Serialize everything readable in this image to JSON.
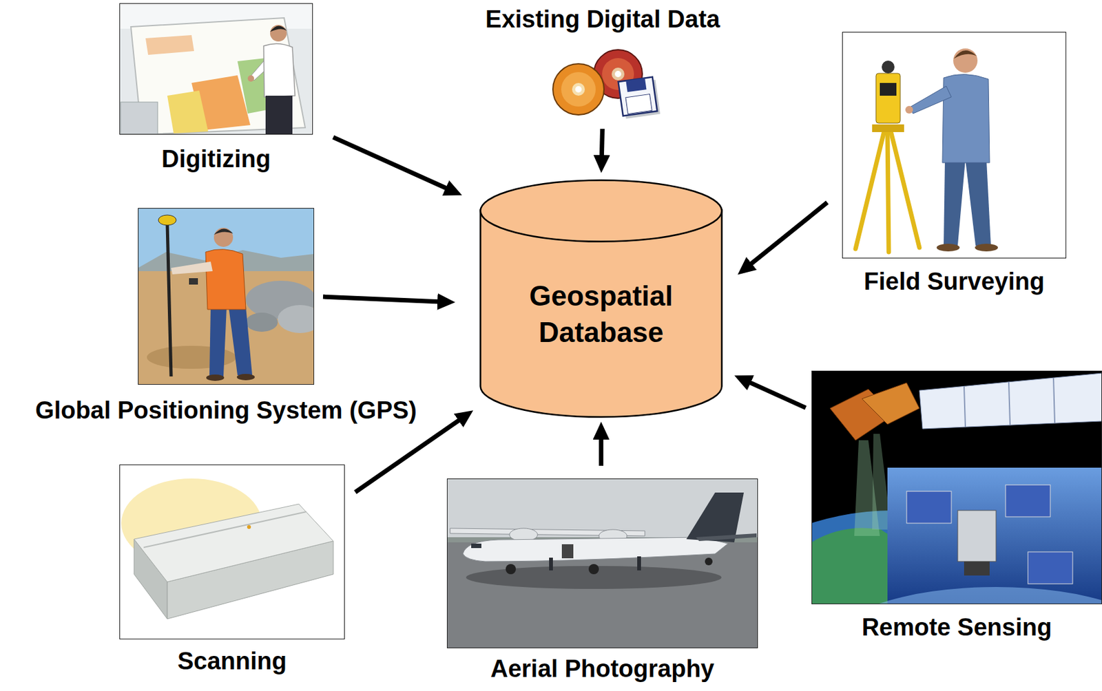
{
  "diagram": {
    "nodes": [
      {
        "text": [
          "Digitizing"
        ]
      },
      {
        "text": [
          "Existing Digital Data"
        ]
      },
      {
        "text": [
          "Field Surveying"
        ]
      },
      {
        "text": [
          "Global Positioning System (GPS)"
        ]
      },
      {
        "text": [
          "Geospatial Database"
        ]
      },
      {
        "text": [
          "Scanning"
        ]
      },
      {
        "text": [
          "Aerial Photography"
        ]
      },
      {
        "text": [
          "Remote Sensing"
        ]
      }
    ],
    "edges": [
      {
        "from": 0,
        "to": 4,
        "arrow": "to"
      },
      {
        "from": 1,
        "to": 4,
        "arrow": "to"
      },
      {
        "from": 2,
        "to": 4,
        "arrow": "to"
      },
      {
        "from": 3,
        "to": 4,
        "arrow": "to"
      },
      {
        "from": 5,
        "to": 4,
        "arrow": "to"
      },
      {
        "from": 6,
        "to": 4,
        "arrow": "to"
      },
      {
        "from": 7,
        "to": 4,
        "arrow": "to"
      }
    ]
  }
}
